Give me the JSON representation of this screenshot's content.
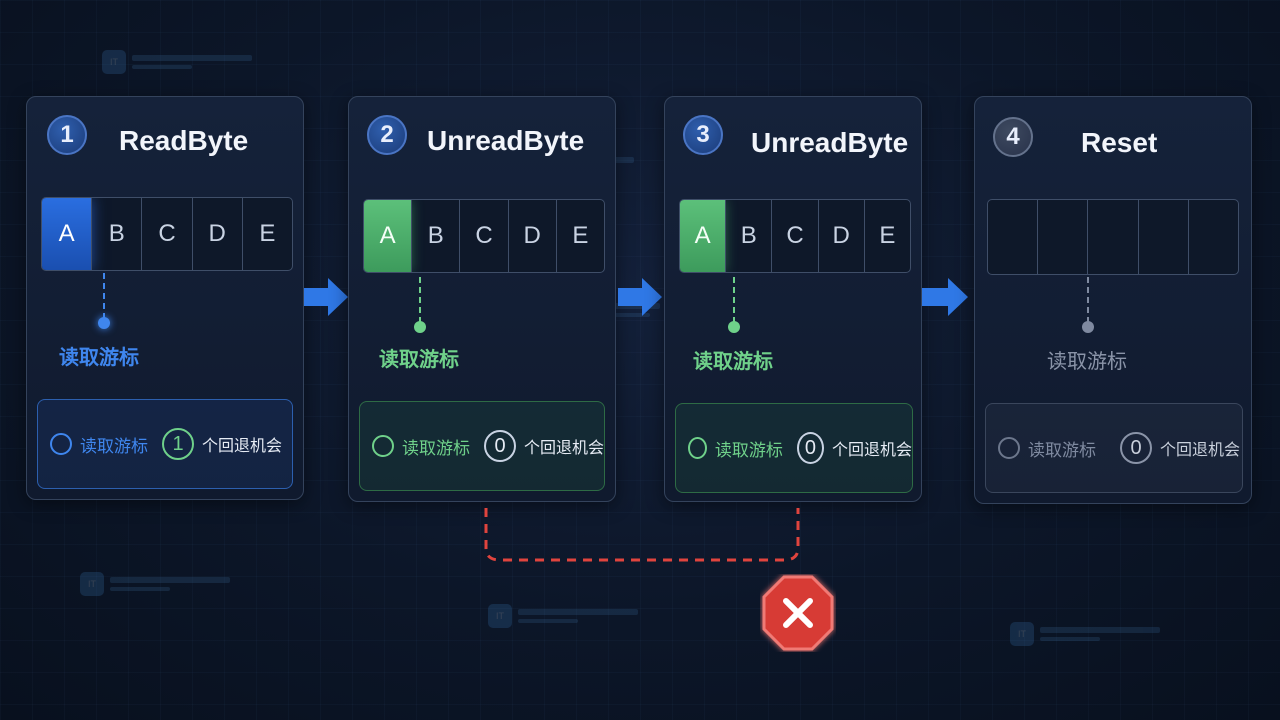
{
  "steps": [
    {
      "number": "1",
      "title": "ReadByte",
      "cells": [
        "A",
        "B",
        "C",
        "D",
        "E"
      ],
      "active_index": 0,
      "cursor_label": "读取游标",
      "info": {
        "label": "读取游标",
        "count": "1",
        "count_text": "个回退机会"
      }
    },
    {
      "number": "2",
      "title": "UnreadByte",
      "cells": [
        "A",
        "B",
        "C",
        "D",
        "E"
      ],
      "active_index": 0,
      "cursor_label": "读取游标",
      "info": {
        "label": "读取游标",
        "count": "0",
        "count_text": "个回退机会"
      }
    },
    {
      "number": "3",
      "title": "UnreadByte",
      "cells": [
        "A",
        "B",
        "C",
        "D",
        "E"
      ],
      "active_index": 0,
      "cursor_label": "读取游标",
      "info": {
        "label": "读取游标",
        "count": "0",
        "count_text": "个回退机会"
      }
    },
    {
      "number": "4",
      "title": "Reset",
      "cells": [
        "",
        "",
        "",
        "",
        ""
      ],
      "active_index": -1,
      "cursor_label": "读取游标",
      "info": {
        "label": "读取游标",
        "count": "0",
        "count_text": "个回退机会"
      }
    }
  ],
  "colors": {
    "blue": "#3f86ee",
    "green": "#6fd18a",
    "gray": "#7f8aa0",
    "error_red": "#e0443e",
    "dashed_link": "#e0443e"
  },
  "icons": {
    "error": "x-octagon-icon",
    "flow": "arrow-right-icon"
  }
}
